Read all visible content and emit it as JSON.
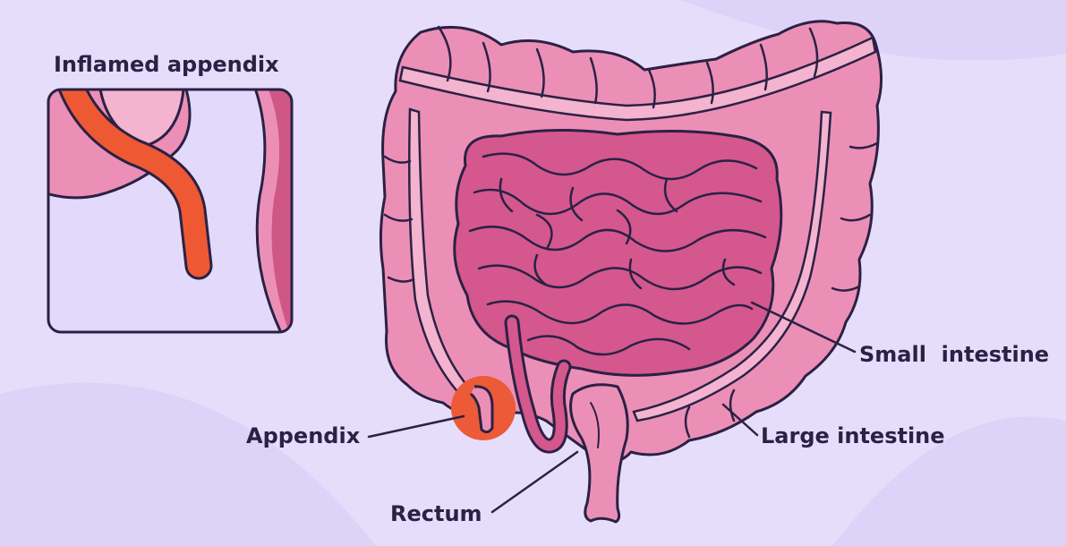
{
  "labels": {
    "inflamed_appendix": "Inflamed appendix",
    "small_intestine": "Small  intestine",
    "large_intestine": "Large intestine",
    "appendix": "Appendix",
    "rectum": "Rectum"
  },
  "colors": {
    "background": "#e6ddfb",
    "outline": "#2b2145",
    "large_intestine": "#ec8fb7",
    "large_intestine_light": "#f4b3cf",
    "small_intestine": "#d4588d",
    "appendix_highlight": "#ec5a38",
    "appendix_inflamed": "#ee5933",
    "inset_background": "#e3dafb"
  }
}
